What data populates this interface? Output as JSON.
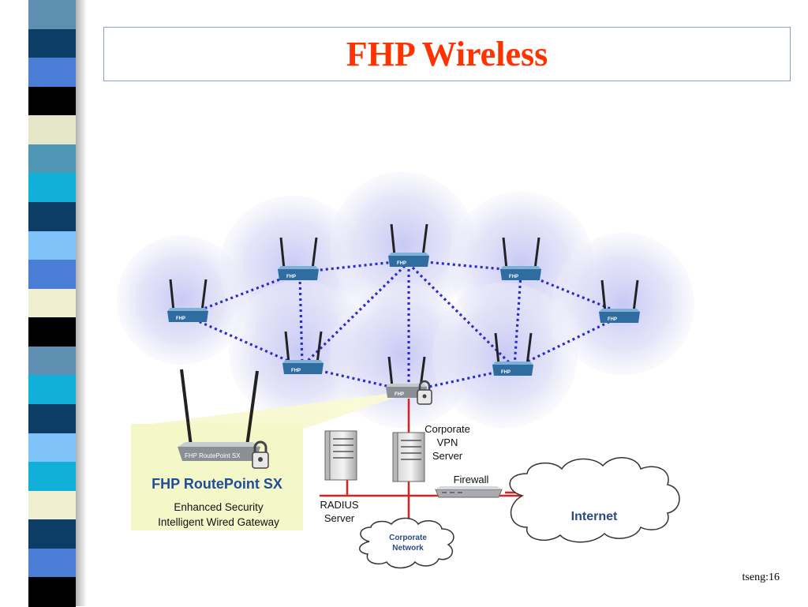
{
  "slide": {
    "title": "FHP Wireless",
    "footer": "tseng:16"
  },
  "diagram": {
    "node_badge": "FHP",
    "routepoint_device_label": "FHP RoutePoint SX",
    "callout_title": "FHP RoutePoint SX",
    "callout_line1": "Enhanced Security",
    "callout_line2": "Intelligent Wired Gateway",
    "vpn_server_label": [
      "Corporate",
      "VPN",
      "Server"
    ],
    "radius_server_label": [
      "RADIUS",
      "Server"
    ],
    "firewall_label": "Firewall",
    "internet_label": "Internet",
    "corporate_network_label": [
      "Corporate",
      "Network"
    ]
  },
  "colors": {
    "title": "#ff3300",
    "mesh_link": "#2b2bd0",
    "wired_link": "#e02020",
    "callout_fill": "#f4f7c8",
    "device_fill": "#2f6da0",
    "callout_title": "#1f4c9c"
  },
  "decor": {
    "strip_colors": [
      "#5f8fb0",
      "#0b3d66",
      "#4a7dd6",
      "#000000",
      "#e6e6c8",
      "#4f96b5",
      "#11b0d9",
      "#0b3d66",
      "#7ec2f7",
      "#4a7dd6",
      "#f0f0d0",
      "#000000",
      "#5f8fb0",
      "#11b0d9",
      "#0b3d66",
      "#7ec2f7",
      "#11b0d9",
      "#f0f0d0",
      "#0b3d66",
      "#4a7dd6",
      "#000000"
    ]
  }
}
